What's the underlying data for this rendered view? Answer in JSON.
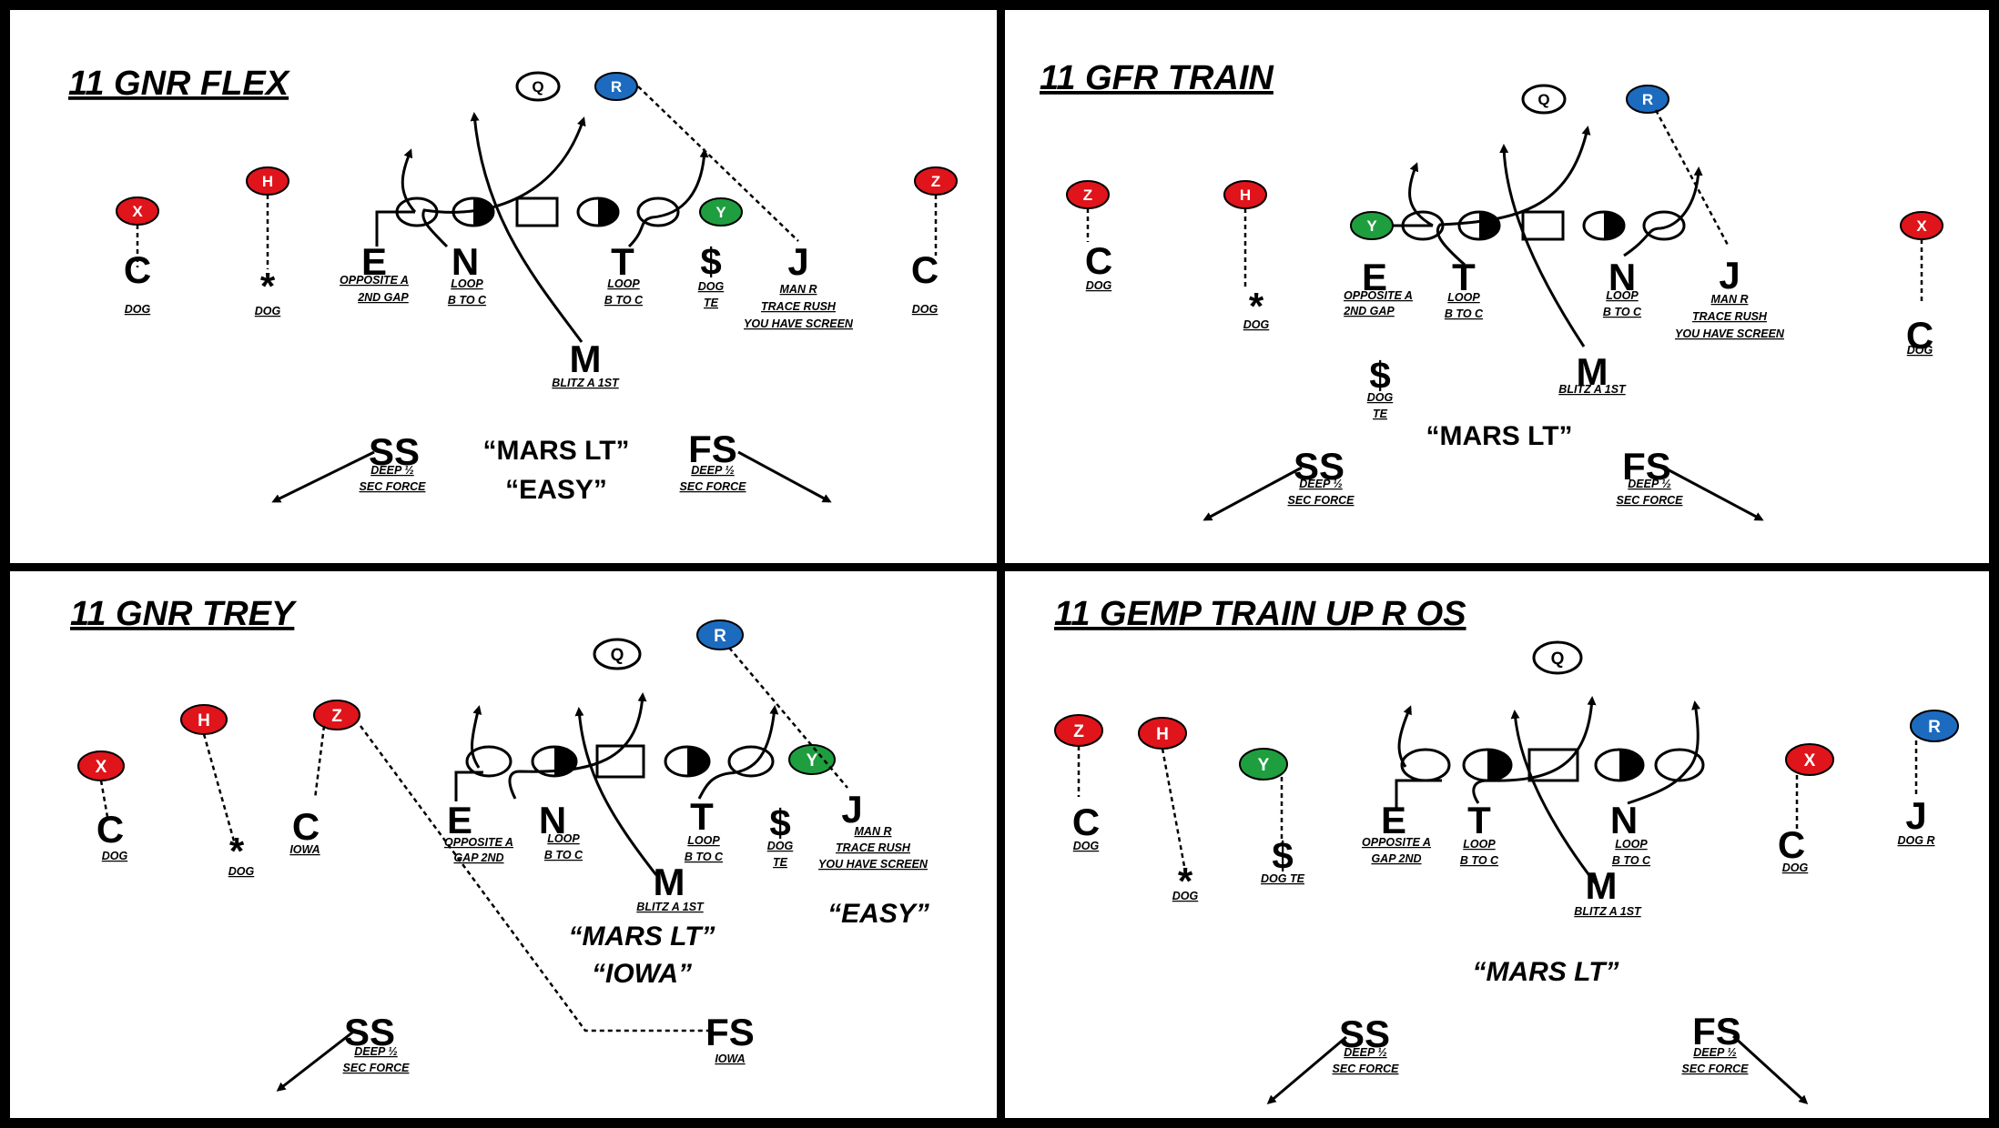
{
  "colors": {
    "red": "#e0141b",
    "blue": "#1c6bbf",
    "green": "#1e9e3e"
  },
  "panels": [
    {
      "title": "11 GNR FLEX",
      "receivers": [
        "Q",
        "R",
        "X",
        "H",
        "Y",
        "Z"
      ],
      "defenders": {
        "c_left": "C",
        "star": "*",
        "e": "E",
        "n": "N",
        "t": "T",
        "dollar": "$",
        "j": "J",
        "c_right": "C",
        "m": "M",
        "ss": "SS",
        "fs": "FS"
      },
      "notes": {
        "c_left": "DOG",
        "star": "DOG",
        "e1": "OPPOSITE A",
        "e2": "2ND GAP",
        "n1": "LOOP",
        "n2": "B TO C",
        "t1": "LOOP",
        "t2": "B TO C",
        "dollar1": "DOG",
        "dollar2": "TE",
        "j1": "MAN R",
        "j2": "TRACE RUSH",
        "j3": "YOU HAVE SCREEN",
        "c_right": "DOG",
        "m": "BLITZ A 1ST",
        "ss1": "DEEP ½",
        "ss2": "SEC FORCE",
        "fs1": "DEEP ½",
        "fs2": "SEC FORCE"
      },
      "calls": [
        "“MARS LT”",
        "“EASY”"
      ]
    },
    {
      "title": "11 GFR TRAIN",
      "receivers": [
        "Q",
        "R",
        "Z",
        "H",
        "Y",
        "X"
      ],
      "defenders": {
        "c_left": "C",
        "star": "*",
        "e": "E",
        "t": "T",
        "n": "N",
        "j": "J",
        "c_right": "C",
        "dollar": "$",
        "m": "M",
        "ss": "SS",
        "fs": "FS"
      },
      "notes": {
        "c_left": "DOG",
        "star": "DOG",
        "e1": "OPPOSITE A",
        "e2": "2ND GAP",
        "t1": "LOOP",
        "t2": "B TO C",
        "n1": "LOOP",
        "n2": "B TO C",
        "j1": "MAN R",
        "j2": "TRACE RUSH",
        "j3": "YOU HAVE SCREEN",
        "c_right": "DOG",
        "dollar1": "DOG",
        "dollar2": "TE",
        "m": "BLITZ A 1ST",
        "ss1": "DEEP ½",
        "ss2": "SEC FORCE",
        "fs1": "DEEP ½",
        "fs2": "SEC FORCE"
      },
      "calls": [
        "“MARS LT”"
      ]
    },
    {
      "title": "11 GNR TREY",
      "receivers": [
        "Q",
        "R",
        "X",
        "H",
        "Z",
        "Y"
      ],
      "defenders": {
        "c_left": "C",
        "star": "*",
        "c_mid": "C",
        "e": "E",
        "n": "N",
        "t": "T",
        "dollar": "$",
        "j": "J",
        "m": "M",
        "ss": "SS",
        "fs": "FS"
      },
      "notes": {
        "c_left": "DOG",
        "star": "DOG",
        "c_mid": "IOWA",
        "e1": "OPPOSITE A",
        "e2": "GAP 2ND",
        "n1": "LOOP",
        "n2": "B TO C",
        "t1": "LOOP",
        "t2": "B TO C",
        "dollar1": "DOG",
        "dollar2": "TE",
        "j1": "MAN R",
        "j2": "TRACE RUSH",
        "j3": "YOU HAVE SCREEN",
        "m": "BLITZ A 1ST",
        "ss1": "DEEP ½",
        "ss2": "SEC FORCE",
        "fs1": "IOWA"
      },
      "calls": [
        "“MARS LT”",
        "“IOWA”",
        "“EASY”"
      ]
    },
    {
      "title": "11 GEMP TRAIN UP R OS",
      "receivers": [
        "Q",
        "Z",
        "H",
        "Y",
        "X",
        "R"
      ],
      "defenders": {
        "c_left": "C",
        "star": "*",
        "dollar": "$",
        "e": "E",
        "t": "T",
        "n": "N",
        "c_right": "C",
        "j": "J",
        "m": "M",
        "ss": "SS",
        "fs": "FS"
      },
      "notes": {
        "c_left": "DOG",
        "star": "DOG",
        "dollar": "DOG TE",
        "e1": "OPPOSITE A",
        "e2": "GAP 2ND",
        "t1": "LOOP",
        "t2": "B TO C",
        "n1": "LOOP",
        "n2": "B TO C",
        "c_right": "DOG",
        "j": "DOG R",
        "m": "BLITZ A 1ST",
        "ss1": "DEEP ½",
        "ss2": "SEC FORCE",
        "fs1": "DEEP ½",
        "fs2": "SEC FORCE"
      },
      "calls": [
        "“MARS LT”"
      ]
    }
  ]
}
